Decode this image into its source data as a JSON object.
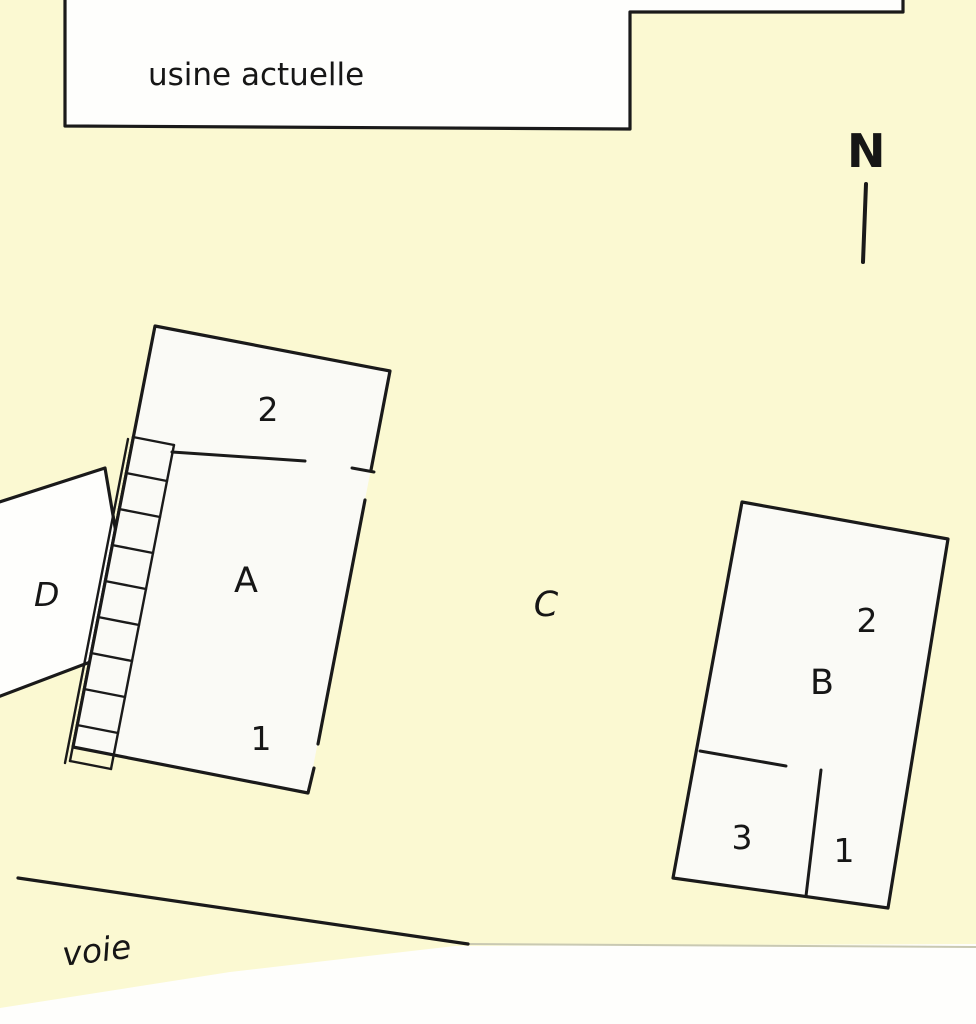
{
  "colors": {
    "background": "#fbf9d2",
    "paper": "#fefefc",
    "building": "#fafaf6",
    "line": "#1a1a1a",
    "road_line_faint": "#c9c9b2"
  },
  "labels": {
    "factory": "usine actuelle",
    "north": "N",
    "road": "voie",
    "area_c": "C",
    "building_d": "D",
    "building_a": {
      "name": "A",
      "upper": "2",
      "lower": "1"
    },
    "building_b": {
      "name": "B",
      "upper": "2",
      "lower_left": "3",
      "lower_right": "1"
    }
  }
}
